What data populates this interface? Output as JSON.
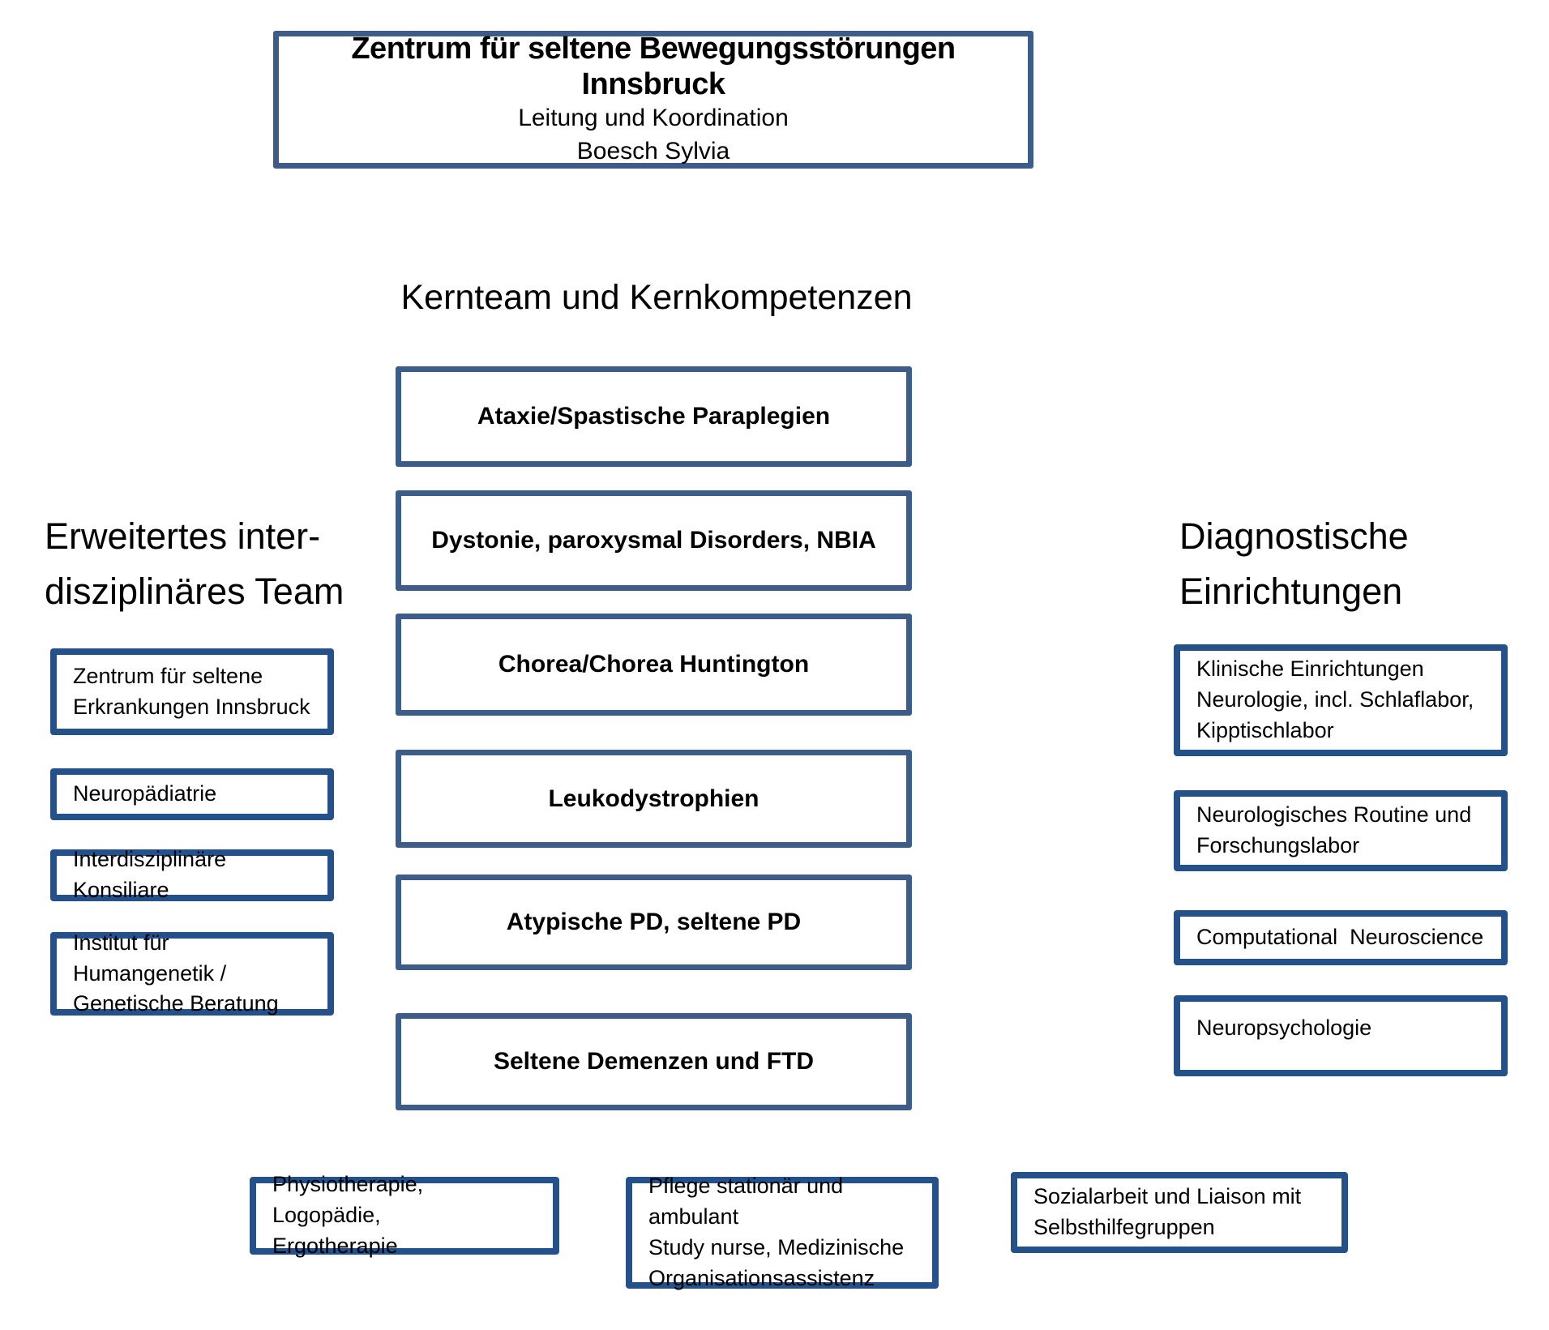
{
  "header": {
    "title": "Zentrum für seltene Bewegungsstörungen Innsbruck",
    "subtitle": "Leitung und Koordination",
    "coordinator": "Boesch Sylvia"
  },
  "center": {
    "heading": "Kernteam und Kernkompetenzen",
    "boxes": [
      "Ataxie/Spastische Paraplegien",
      "Dystonie, paroxysmal Disorders, NBIA",
      "Chorea/Chorea Huntington",
      "Leukodystrophien",
      "Atypische PD, seltene PD",
      "Seltene Demenzen und FTD"
    ]
  },
  "left": {
    "heading": "Erweitertes inter-\ndisziplinäres Team",
    "boxes": [
      "Zentrum für seltene\nErkrankungen Innsbruck",
      "Neuropädiatrie",
      "Interdisziplinäre Konsiliare",
      "Institut für Humangenetik /\nGenetische Beratung"
    ]
  },
  "right": {
    "heading": "Diagnostische\nEinrichtungen",
    "boxes": [
      "Klinische Einrichtungen\nNeurologie, incl. Schlaflabor,\nKipptischlabor",
      "Neurologisches Routine und\nForschungslabor",
      "Computational  Neuroscience",
      "Neuropsychologie"
    ]
  },
  "bottom": {
    "boxes": [
      "Physiotherapie, Logopädie,\nErgotherapie",
      "Pflege stationär und ambulant\nStudy nurse, Medizinische\nOrganisationsassistenz",
      "Sozialarbeit und Liaison mit\nSelbsthilfegruppen"
    ]
  },
  "colors": {
    "border_steel_blue": "#3d5c87",
    "border_dark_navy": "#24518a",
    "text": "#000000",
    "background": "#ffffff"
  }
}
